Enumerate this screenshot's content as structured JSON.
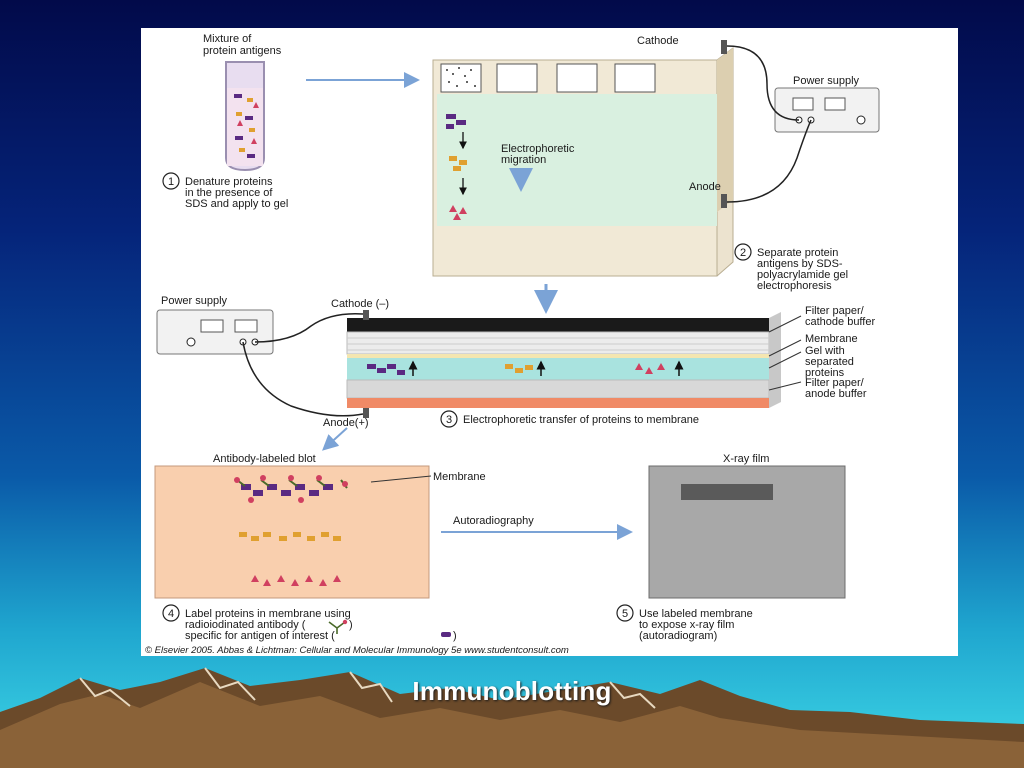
{
  "slide": {
    "title": "Immunoblotting"
  },
  "step1": {
    "heading_lines": [
      "Mixture of",
      "protein antigens"
    ],
    "number": "1",
    "caption_lines": [
      "Denature proteins",
      "in the presence of",
      "SDS and apply to gel"
    ]
  },
  "step2": {
    "cathode": "Cathode",
    "anode": "Anode",
    "power_supply": "Power supply",
    "migration_lines": [
      "Electrophoretic",
      "migration"
    ],
    "number": "2",
    "caption_lines": [
      "Separate protein",
      "antigens by SDS-",
      "polyacrylamide gel",
      "electrophoresis"
    ]
  },
  "step3": {
    "power_supply": "Power supply",
    "cathode": "Cathode (–)",
    "anode": "Anode(+)",
    "layers": {
      "filter_top": [
        "Filter paper/",
        "cathode buffer"
      ],
      "membrane": [
        "Membrane"
      ],
      "gel": [
        "Gel with",
        "separated",
        "proteins"
      ],
      "filter_bottom": [
        "Filter paper/",
        "anode buffer"
      ]
    },
    "number": "3",
    "caption": "Electrophoretic transfer of proteins to membrane"
  },
  "step4": {
    "heading": "Antibody-labeled blot",
    "membrane_label": "Membrane",
    "number": "4",
    "caption_lines": [
      "Label proteins in membrane using",
      "radioiodinated antibody (",
      "specific for antigen of interest ("
    ],
    "caption_suffixes": [
      ")",
      ")"
    ]
  },
  "step5": {
    "arrow_label": "Autoradiography",
    "heading": "X-ray film",
    "number": "5",
    "caption_lines": [
      "Use labeled membrane",
      "to expose x-ray film",
      "(autoradiogram)"
    ]
  },
  "copyright": "© Elsevier 2005. Abbas & Lichtman: Cellular and Molecular Immunology 5e www.studentconsult.com",
  "colors": {
    "gel": "#d9f0e0",
    "blot": "#f9cfae",
    "arrow": "#7ba3d6",
    "film": "#a8a8a8",
    "filter_bottom": "#f08a66",
    "gel_layer": "#a9e3df"
  }
}
